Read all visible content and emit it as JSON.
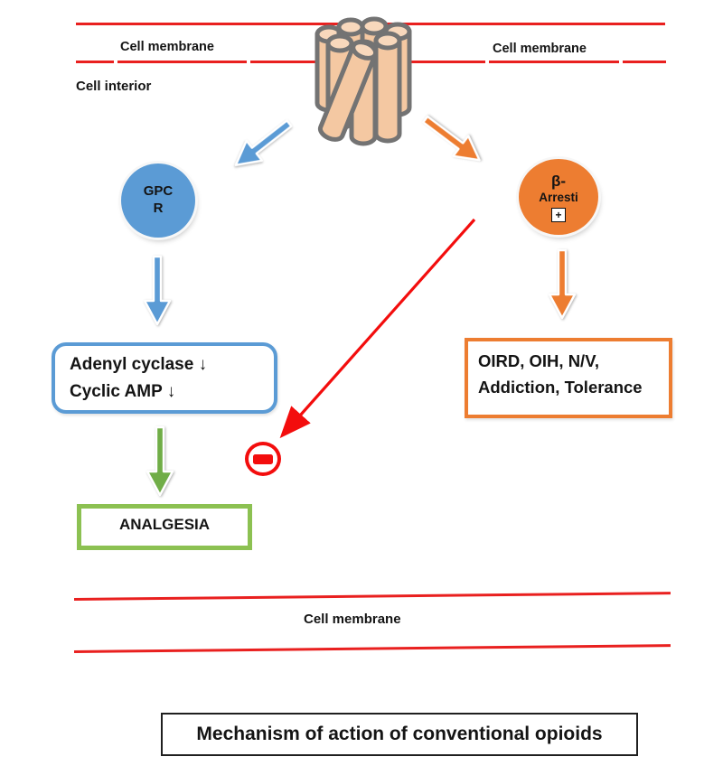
{
  "title": {
    "label": "Mechanism of action of conventional opioids"
  },
  "membrane_top": {
    "left_label": "Cell membrane",
    "right_label": "Cell membrane",
    "interior_label": "Cell interior"
  },
  "membrane_bottom": {
    "label": "Cell membrane"
  },
  "gpcr": {
    "line1": "GPC",
    "line2": "R"
  },
  "beta_arrestin": {
    "line1": "β-",
    "line2": "Arresti",
    "overflow_glyph": "+"
  },
  "adenyl_box": {
    "line1": "Adenyl cyclase ↓",
    "line2": "Cyclic AMP ↓"
  },
  "effects_box": {
    "line1": "OIRD, OIH, N/V,",
    "line2": "Addiction, Tolerance"
  },
  "analgesia_box": {
    "label": "ANALGESIA"
  },
  "icons": {
    "receptor": "opioid-receptor-helix-bundle-icon",
    "inhibition": "minus-inhibition-icon",
    "blue_pathway_arrow": "blue-block-arrow",
    "orange_pathway_arrow": "orange-block-arrow",
    "green_pathway_arrow": "green-block-arrow",
    "red_inhibition_arrow": "red-line-arrow"
  },
  "colors": {
    "membrane_red": "#e9201f",
    "signal_red": "#f30d0d",
    "blue": "#5b9bd5",
    "orange": "#ed7d31",
    "green_arrow": "#70ad47",
    "analgesia_green": "#8cc152",
    "receptor_fill": "#f4c8a2",
    "receptor_stroke": "#737373"
  }
}
